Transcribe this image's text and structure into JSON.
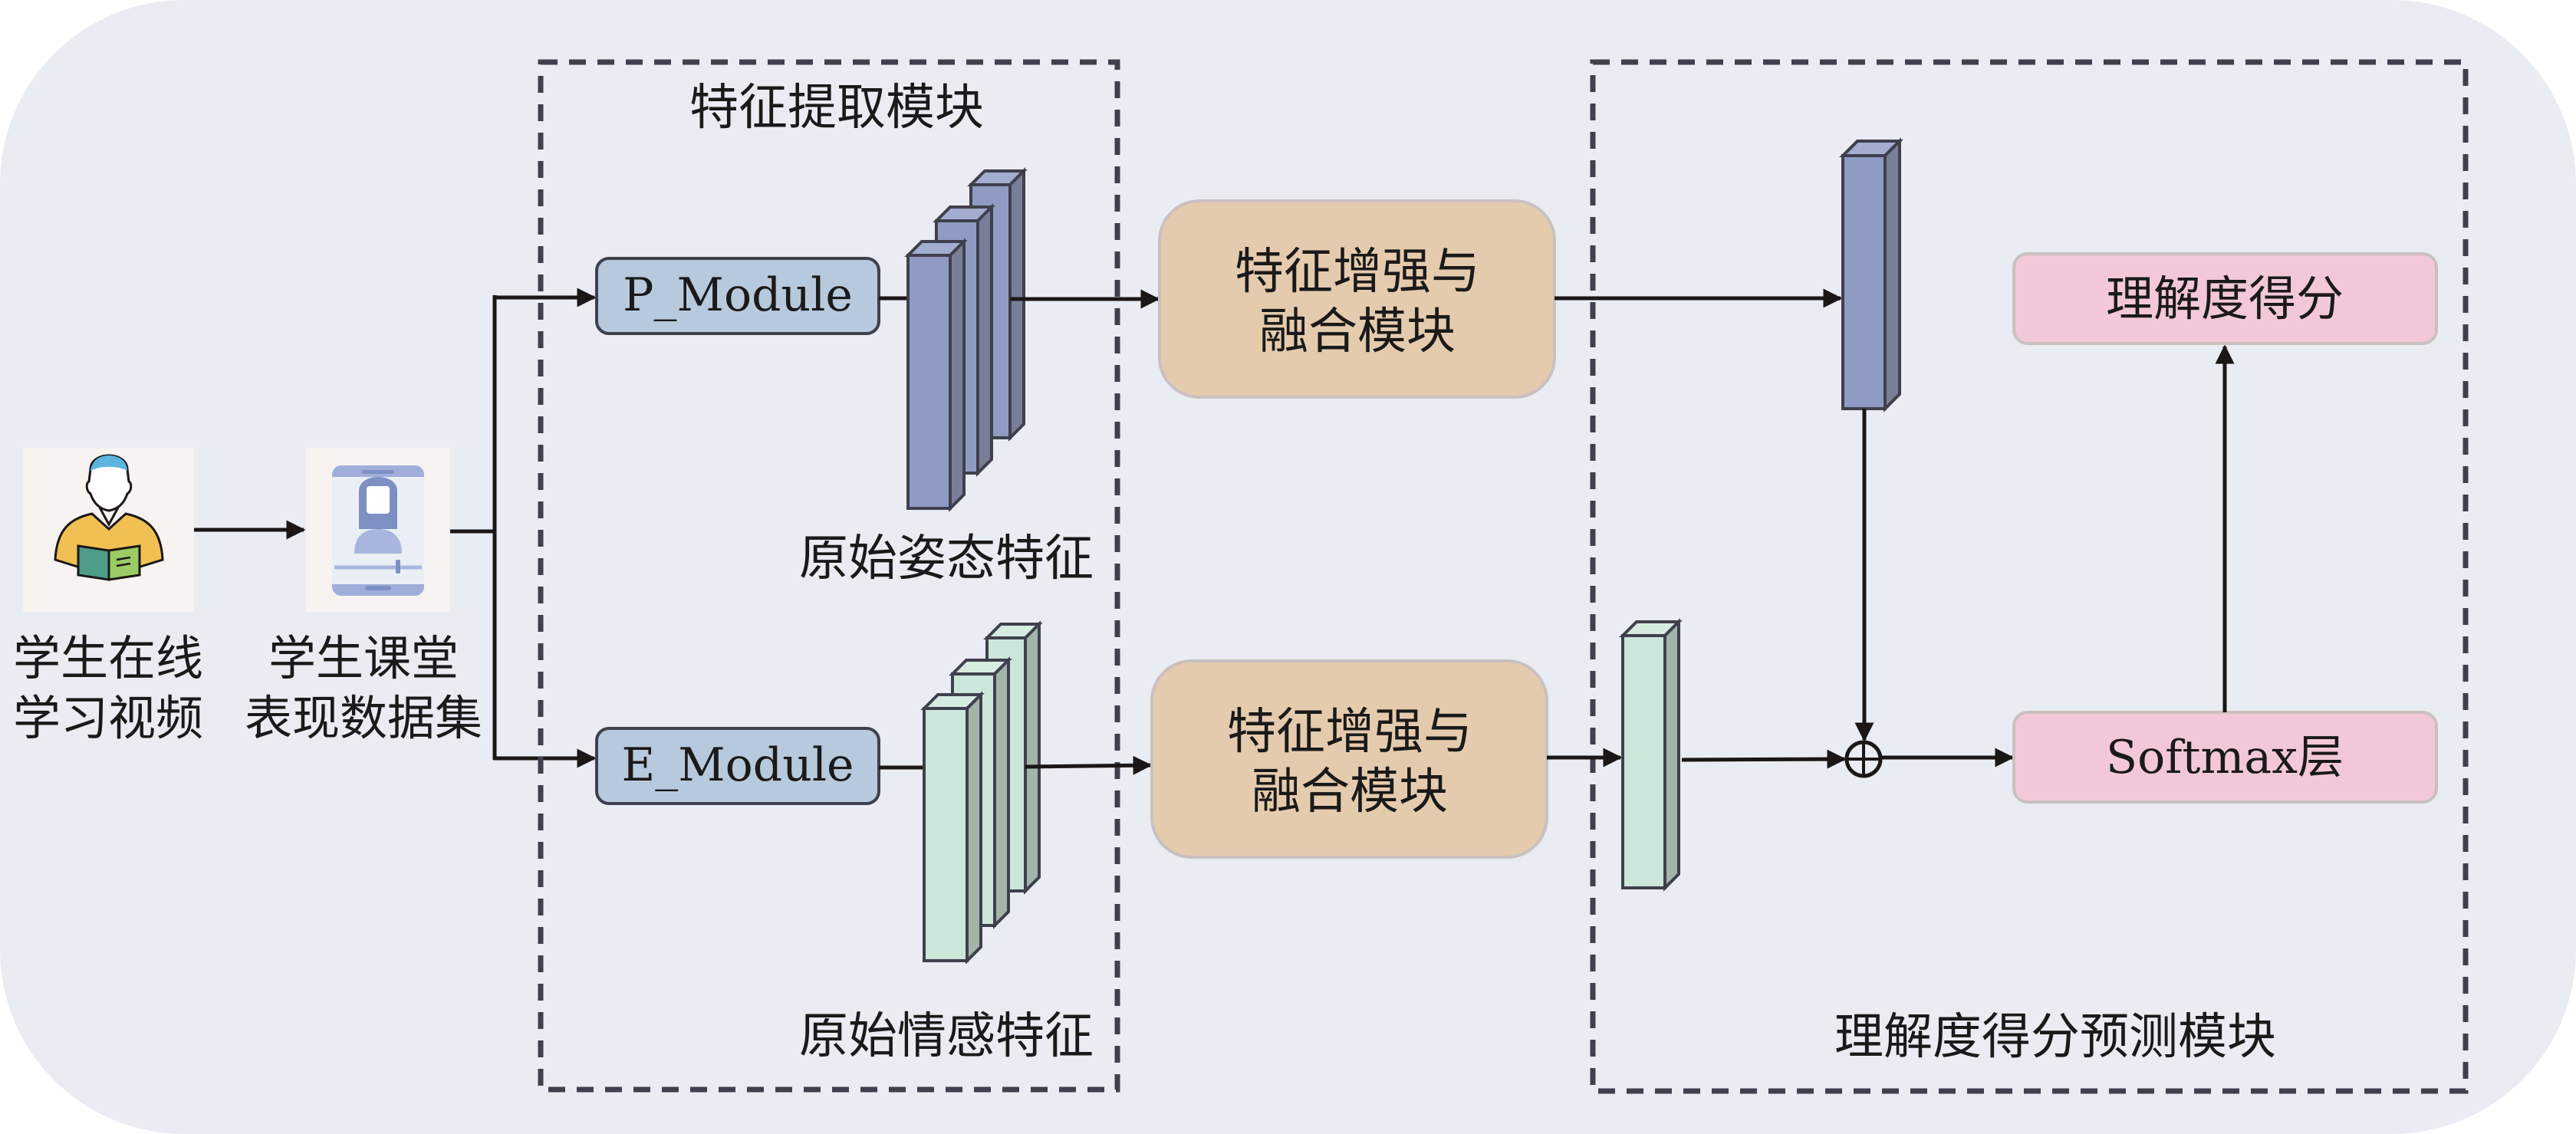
{
  "inputs": {
    "video": {
      "icon": "student-reading-icon",
      "label_lines": [
        "学生在线",
        "学习视频"
      ]
    },
    "dataset": {
      "icon": "phone-portrait-icon",
      "label_lines": [
        "学生课堂",
        "表现数据集"
      ]
    }
  },
  "feature_extraction": {
    "title": "特征提取模块",
    "pose_module": "P_Module",
    "emotion_module": "E_Module",
    "pose_feature_label": "原始姿态特征",
    "emotion_feature_label": "原始情感特征"
  },
  "fusion": {
    "top_lines": [
      "特征增强与",
      "融合模块"
    ],
    "bottom_lines": [
      "特征增强与",
      "融合模块"
    ]
  },
  "prediction": {
    "title": "理解度得分预测模块",
    "softmax_label": "Softmax层",
    "score_label": "理解度得分",
    "combine_icon": "circle-plus-icon"
  },
  "colors": {
    "background": "#E9ECF2",
    "module_box": "#B7C9DC",
    "pose_feature": "#8F9BC3",
    "emotion_feature": "#CCE6DA",
    "fusion_box": "#E5CBAD",
    "output_box": "#F2C8D8",
    "dashed_border": "#3F404D"
  }
}
